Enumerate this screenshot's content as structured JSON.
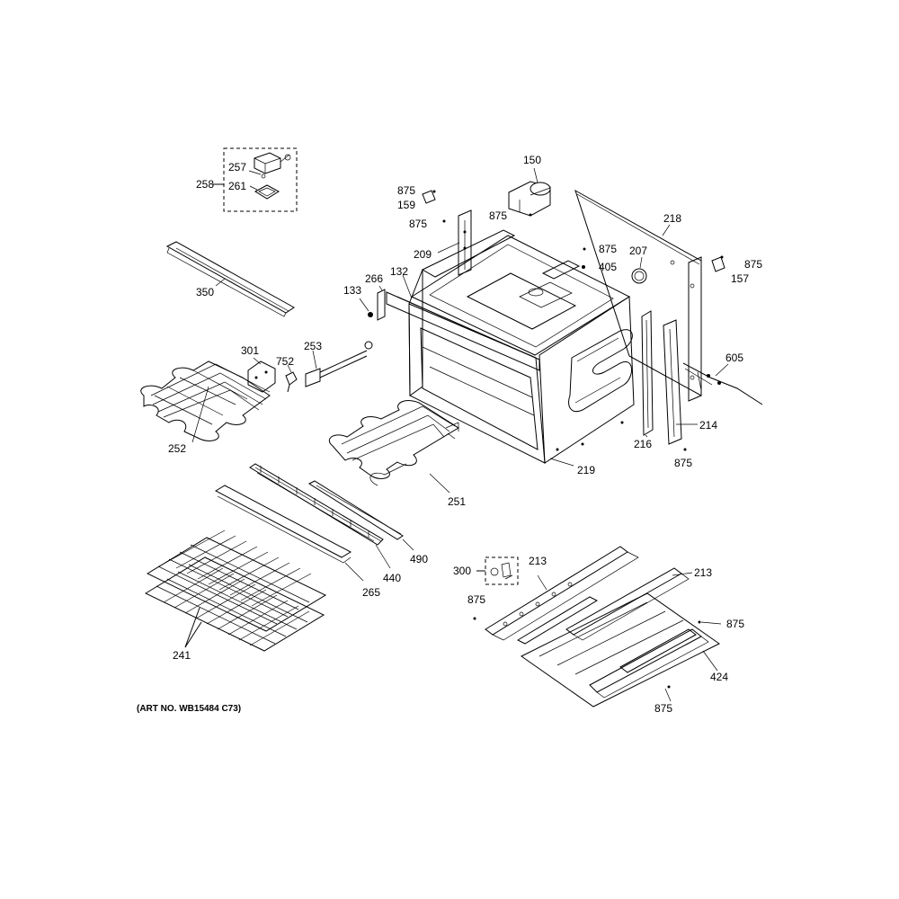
{
  "footer": {
    "art_no": "(ART NO. WB15484 C73)"
  },
  "callouts": {
    "c257": "257",
    "c258": "258",
    "c261": "261",
    "c150": "150",
    "c875a": "875",
    "c159": "159",
    "c875b": "875",
    "c875c": "875",
    "c218": "218",
    "c209": "209",
    "c875d": "875",
    "c207": "207",
    "c405": "405",
    "c875e": "875",
    "c157": "157",
    "c350": "350",
    "c266": "266",
    "c132": "132",
    "c133": "133",
    "c301": "301",
    "c253": "253",
    "c752": "752",
    "c605": "605",
    "c214": "214",
    "c216": "216",
    "c875f": "875",
    "c219": "219",
    "c252": "252",
    "c251": "251",
    "c490": "490",
    "c440": "440",
    "c265": "265",
    "c241": "241",
    "c300": "300",
    "c213a": "213",
    "c213b": "213",
    "c875g": "875",
    "c875h": "875",
    "c424": "424",
    "c875i": "875"
  }
}
